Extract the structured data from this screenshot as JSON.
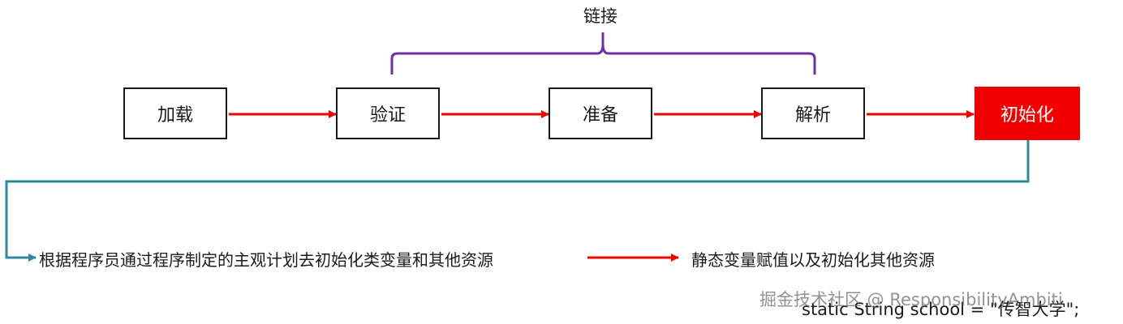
{
  "diagram": {
    "group_label": "链接",
    "stages": [
      {
        "label": "加载"
      },
      {
        "label": "验证"
      },
      {
        "label": "准备"
      },
      {
        "label": "解析"
      },
      {
        "label": "初始化"
      }
    ],
    "description": "根据程序员通过程序制定的主观计划去初始化类变量和其他资源",
    "result": "静态变量赋值以及初始化其他资源",
    "code_line": "static String school = \"传智大学\";",
    "watermark": "掘金技术社区 @ ResponsibilityAmbiti"
  },
  "colors": {
    "arrow_red": "#ee0000",
    "bracket_purple": "#7030a0",
    "connector_teal": "#31859c",
    "init_box_red": "#f00000"
  }
}
